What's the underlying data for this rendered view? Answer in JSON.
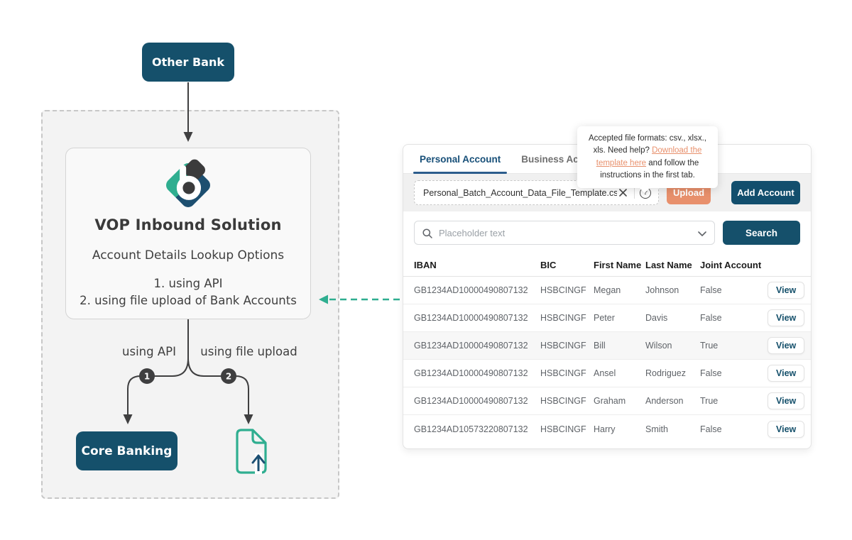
{
  "diagram": {
    "other_bank_label": "Other Bank",
    "vop": {
      "title": "VOP Inbound Solution",
      "subtitle": "Account Details Lookup Options",
      "option1": "1. using API",
      "option2": "2. using file upload of Bank Accounts"
    },
    "branch_api_label": "using API",
    "branch_file_label": "using file upload",
    "badge1": "1",
    "badge2": "2",
    "core_banking_label": "Core Banking"
  },
  "panel": {
    "tabs": [
      {
        "label": "Personal Account"
      },
      {
        "label": "Business Account"
      }
    ],
    "tooltip": {
      "text1": "Accepted file formats: csv., xlsx., xls. Need help? ",
      "link": "Download the template here",
      "text2": " and follow the instructions in the first tab."
    },
    "upload": {
      "filename": "Personal_Batch_Account_Data_File_Template.csv",
      "help_glyph": "?",
      "upload_label": "Upload",
      "add_account_label": "Add Account"
    },
    "search": {
      "placeholder": "Placeholder text",
      "button_label": "Search"
    },
    "table": {
      "headers": [
        "IBAN",
        "BIC",
        "First Name",
        "Last Name",
        "Joint Account"
      ],
      "view_label": "View",
      "rows": [
        {
          "iban": "GB1234AD10000490807132",
          "bic": "HSBCINGF",
          "first": "Megan",
          "last": "Johnson",
          "joint": "False",
          "highlight": false
        },
        {
          "iban": "GB1234AD10000490807132",
          "bic": "HSBCINGF",
          "first": "Peter",
          "last": "Davis",
          "joint": "False",
          "highlight": false
        },
        {
          "iban": "GB1234AD10000490807132",
          "bic": "HSBCINGF",
          "first": "Bill",
          "last": "Wilson",
          "joint": "True",
          "highlight": true
        },
        {
          "iban": "GB1234AD10000490807132",
          "bic": "HSBCINGF",
          "first": "Ansel",
          "last": "Rodriguez",
          "joint": "False",
          "highlight": false
        },
        {
          "iban": "GB1234AD10000490807132",
          "bic": "HSBCINGF",
          "first": "Graham",
          "last": "Anderson",
          "joint": "True",
          "highlight": false
        },
        {
          "iban": "GB1234AD10573220807132",
          "bic": "HSBCINGF",
          "first": "Harry",
          "last": "Smith",
          "joint": "False",
          "highlight": false
        }
      ]
    }
  },
  "colors": {
    "navy": "#15506b",
    "teal": "#2fae90",
    "charcoal": "#3f3f40",
    "salmon": "#e8906c",
    "tab_active": "#174f78",
    "tab_underline": "#2b5c8c"
  }
}
